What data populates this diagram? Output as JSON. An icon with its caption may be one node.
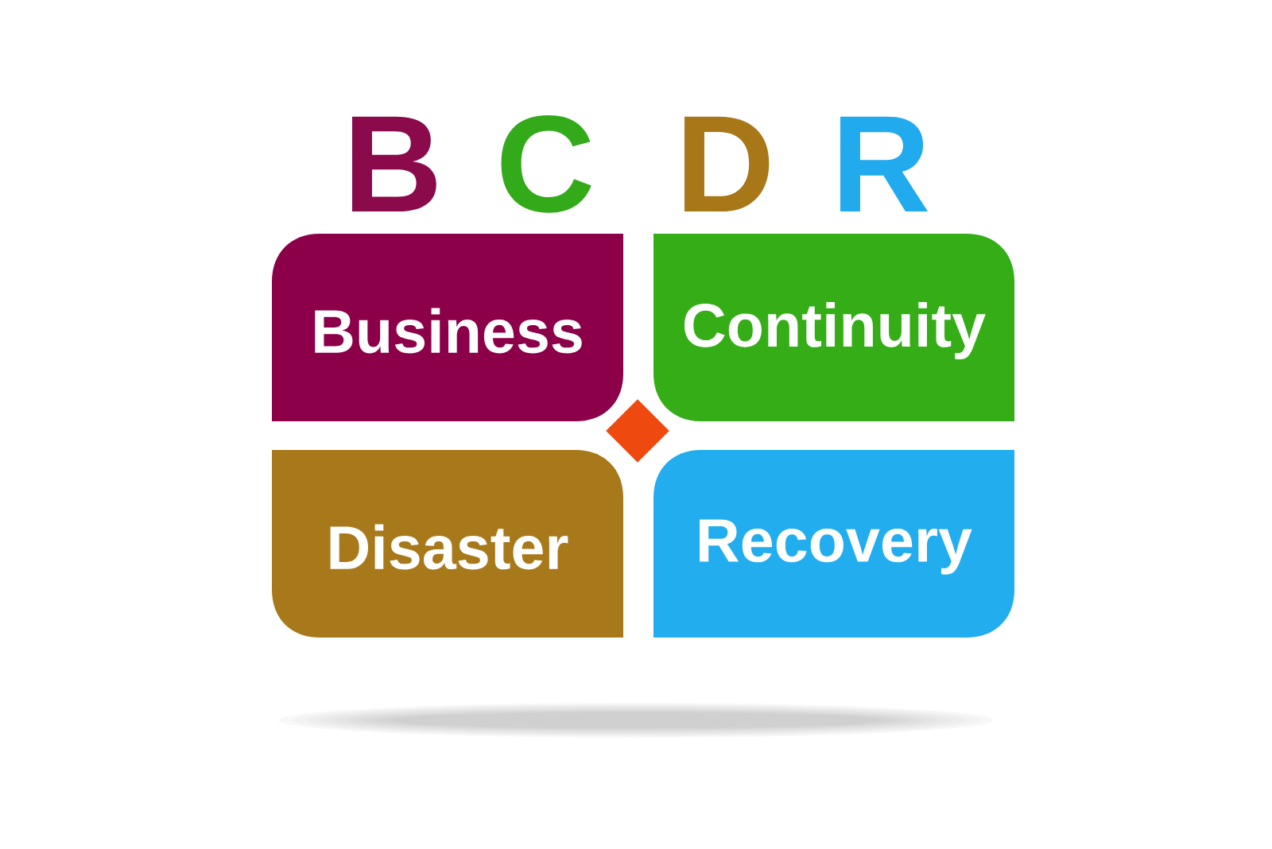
{
  "diagram": {
    "nodes": [
      {
        "text": [
          "Business"
        ]
      },
      {
        "text": [
          "Continuity"
        ]
      },
      {
        "text": [],
        "shape": "diamond"
      },
      {
        "text": [
          "Disaster"
        ]
      },
      {
        "text": [
          "Recovery"
        ]
      }
    ],
    "labels": [
      "B",
      "C",
      "D",
      "R"
    ]
  }
}
